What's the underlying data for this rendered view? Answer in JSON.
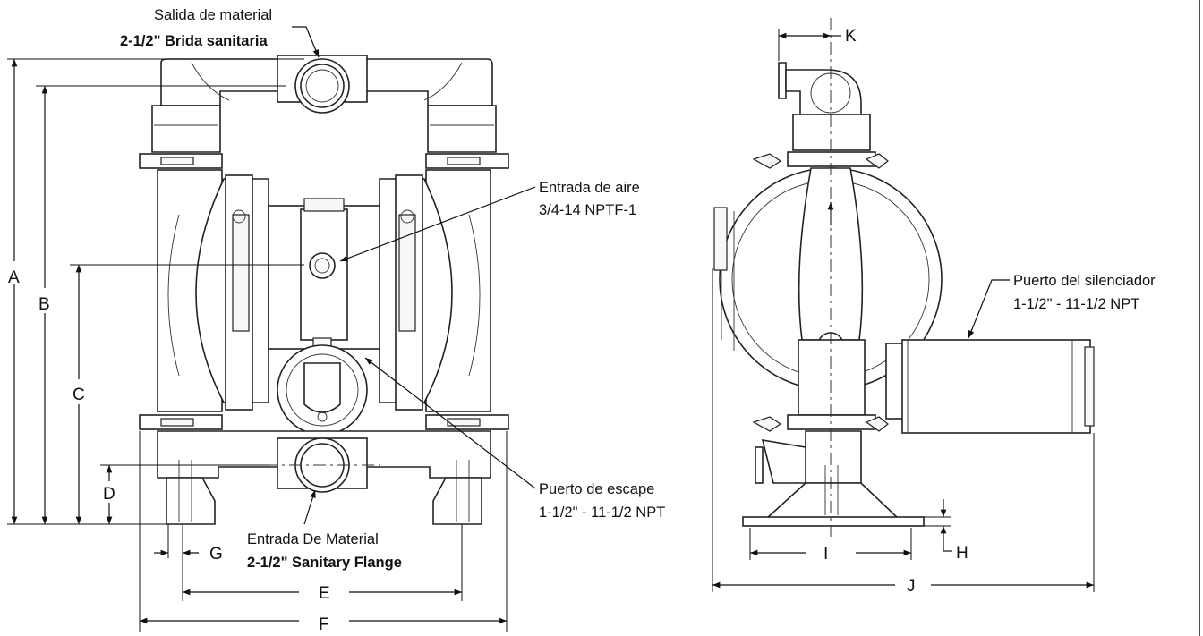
{
  "front_view": {
    "outlet": {
      "title": "Salida de material",
      "spec": "2-1/2\" Brida sanitaria"
    },
    "air_inlet": {
      "title": "Entrada de aire",
      "spec": "3/4-14 NPTF-1"
    },
    "exhaust": {
      "title": "Puerto de escape",
      "spec": "1-1/2\" - 11-1/2 NPT"
    },
    "inlet": {
      "title": "Entrada De Material",
      "spec": "2-1/2\" Sanitary Flange"
    },
    "dims": {
      "a": "A",
      "b": "B",
      "c": "C",
      "d": "D",
      "e": "E",
      "f": "F",
      "g": "G"
    }
  },
  "side_view": {
    "muffler": {
      "title": "Puerto del silenciador",
      "spec": "1-1/2\" - 11-1/2 NPT"
    },
    "dims": {
      "h": "H",
      "i": "I",
      "j": "J",
      "k": "K"
    }
  },
  "colors": {
    "line": "#111111",
    "fill": "#ffffff"
  }
}
